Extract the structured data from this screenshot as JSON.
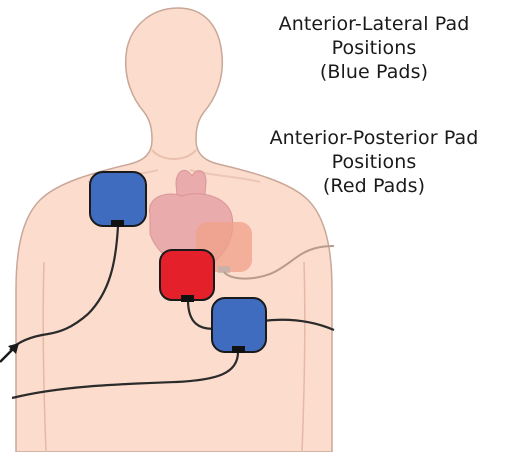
{
  "captions": {
    "anterior_lateral": {
      "line1": "Anterior-Lateral Pad",
      "line2": "Positions",
      "line3": "(Blue Pads)"
    },
    "anterior_posterior": {
      "line1": "Anterior-Posterior Pad",
      "line2": "Positions",
      "line3": "(Red Pads)"
    }
  },
  "colors": {
    "skin": "#fbdccd",
    "skin_outline": "#c9a799",
    "blue_pad": "#3f6cbf",
    "red_pad": "#e4202a",
    "pad_outline": "#1a1a1a",
    "heart": "#e7a3a6",
    "heart_back_pad": "#f0a088",
    "cable": "#2b2b2b",
    "back_cable": "#b99b8c"
  },
  "pads": [
    {
      "id": "blue-upper-right-chest",
      "color": "blue",
      "group": "anterior-lateral"
    },
    {
      "id": "blue-lower-left-chest",
      "color": "blue",
      "group": "anterior-lateral"
    },
    {
      "id": "red-anterior-precordial",
      "color": "red",
      "group": "anterior-posterior"
    },
    {
      "id": "red-posterior-back",
      "color": "red",
      "group": "anterior-posterior"
    }
  ],
  "icons": {
    "connector_arrow": "arrow-icon"
  }
}
